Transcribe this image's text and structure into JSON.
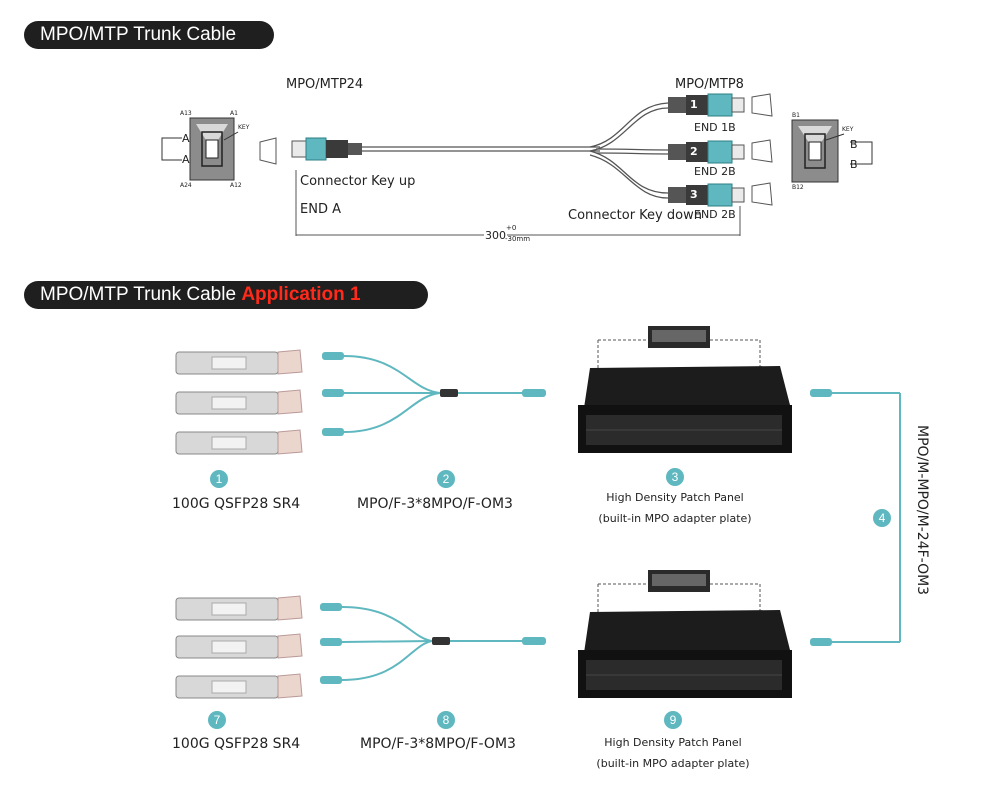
{
  "sections": {
    "trunk_title": "MPO/MTP Trunk Cable",
    "app_title_main": "MPO/MTP Trunk Cable",
    "app_title_accent": "Application 1",
    "accent_color": "#ff2a1a",
    "fiber_color": "#5fb7bf"
  },
  "trunk": {
    "mtp24_label": "MPO/MTP24",
    "mtp8_label": "MPO/MTP8",
    "key_up": "Connector Key up",
    "end_a": "END A",
    "key_down": "Connector Key down",
    "ends": [
      "END 1B",
      "END 2B",
      "END 2B"
    ],
    "branch_numbers": [
      "1",
      "2",
      "3"
    ],
    "length_main": "300",
    "length_tol_top": "+0",
    "length_tol_bottom": "-30mm",
    "left_face": {
      "a13": "A13",
      "a1": "A1",
      "a24": "A24",
      "a12": "A12",
      "key": "KEY",
      "a": "A"
    },
    "right_face": {
      "b1": "B1",
      "b12": "B12",
      "key": "KEY",
      "b": "B"
    }
  },
  "application": {
    "items": [
      {
        "num": "1",
        "label": "100G QSFP28 SR4"
      },
      {
        "num": "2",
        "label": "MPO/F-3*8MPO/F-OM3"
      },
      {
        "num": "3",
        "label": "High Density Patch Panel",
        "sub": "(built-in MPO adapter plate)"
      },
      {
        "num": "4",
        "label": "MPO/M-MPO/M-24F-OM3"
      },
      {
        "num": "7",
        "label": "100G QSFP28 SR4"
      },
      {
        "num": "8",
        "label": "MPO/F-3*8MPO/F-OM3"
      },
      {
        "num": "9",
        "label": "High Density Patch Panel",
        "sub": "(built-in MPO adapter plate)"
      }
    ]
  }
}
